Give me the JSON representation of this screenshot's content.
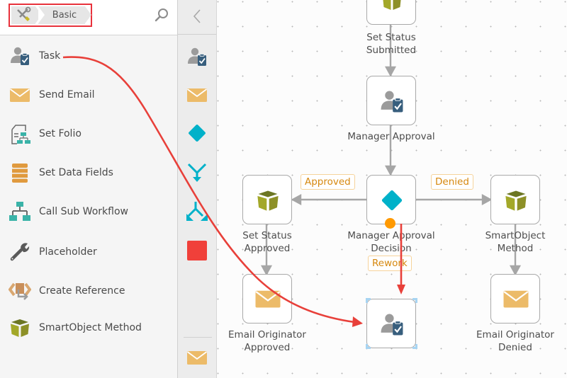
{
  "toolbox": {
    "breadcrumb": {
      "home_icon": "tools-icon",
      "current": "Basic"
    },
    "search_icon": "search-icon",
    "items": [
      {
        "label": "Task",
        "icon": "task-icon"
      },
      {
        "label": "Send Email",
        "icon": "email-icon"
      },
      {
        "label": "Set Folio",
        "icon": "set-folio-icon"
      },
      {
        "label": "Set Data Fields",
        "icon": "data-fields-icon"
      },
      {
        "label": "Call Sub Workflow",
        "icon": "sub-workflow-icon"
      },
      {
        "label": "Placeholder",
        "icon": "wrench-icon"
      },
      {
        "label": "Create Reference",
        "icon": "create-reference-icon"
      },
      {
        "label": "SmartObject Method",
        "icon": "smartobject-icon"
      }
    ]
  },
  "strip": {
    "collapse_icon": "chevron-left-icon",
    "items": [
      "task-icon",
      "email-icon",
      "decision-icon",
      "merge-icon",
      "split-icon",
      "end-icon"
    ],
    "bottom_item": "email-icon"
  },
  "canvas": {
    "nodes": [
      {
        "id": "set-status-submitted",
        "label_line1": "Set Status",
        "label_line2": "Submitted",
        "icon": "smartobject-icon"
      },
      {
        "id": "manager-approval",
        "label_line1": "Manager Approval",
        "label_line2": "",
        "icon": "task-icon"
      },
      {
        "id": "manager-approval-decision",
        "label_line1": "Manager Approval",
        "label_line2": "Decision",
        "icon": "decision-icon"
      },
      {
        "id": "set-status-approved",
        "label_line1": "Set Status",
        "label_line2": "Approved",
        "icon": "smartobject-icon"
      },
      {
        "id": "smartobject-method",
        "label_line1": "SmartObject",
        "label_line2": "Method",
        "icon": "smartobject-icon"
      },
      {
        "id": "email-originator-approved",
        "label_line1": "Email Originator",
        "label_line2": "Approved",
        "icon": "email-icon"
      },
      {
        "id": "email-originator-denied",
        "label_line1": "Email Originator",
        "label_line2": "Denied",
        "icon": "email-icon"
      },
      {
        "id": "new-task",
        "label_line1": "",
        "label_line2": "",
        "icon": "task-icon",
        "selected": true
      }
    ],
    "connection_labels": {
      "approved": "Approved",
      "denied": "Denied",
      "rework": "Rework"
    }
  },
  "colors": {
    "highlight_red": "#e8323c",
    "connector_gray": "#a6a6a6",
    "decision_teal": "#00b1c9",
    "email_orange": "#ecbb69",
    "smartobject_olive": "#a3a829",
    "task_navy": "#375e7d",
    "label_orange": "#d6880f",
    "port_orange": "#ff9900"
  }
}
